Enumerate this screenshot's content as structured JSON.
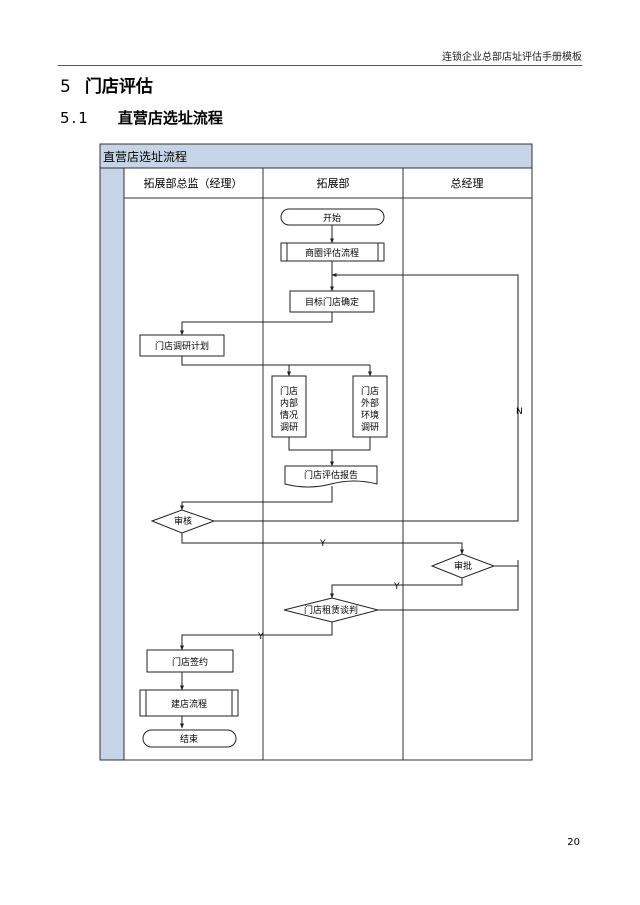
{
  "header": {
    "doc_title": "连锁企业总部店址评估手册模板"
  },
  "section": {
    "number": "5",
    "title": "门店评估"
  },
  "subsection": {
    "number": "5.1",
    "title": "直营店选址流程"
  },
  "flowchart": {
    "title": "直营店选址流程",
    "lanes": [
      "拓展部总监（经理）",
      "拓展部",
      "总经理"
    ],
    "nodes": {
      "start": "开始",
      "trade_area": "商圈评估流程",
      "target_store": "目标门店确定",
      "research_plan": "门店调研计划",
      "internal": [
        "门店",
        "内部",
        "情况",
        "调研"
      ],
      "external": [
        "门店",
        "外部",
        "环境",
        "调研"
      ],
      "report": "门店评估报告",
      "review": "审核",
      "approve": "审批",
      "negotiate": "门店租赁谈判",
      "sign": "门店签约",
      "build": "建店流程",
      "end": "结束"
    },
    "edge_labels": {
      "yes": "Y",
      "no": "N"
    }
  },
  "footer": {
    "page_number": "20"
  },
  "colors": {
    "title_bar": "#c7d3e6",
    "side_bar": "#c7d3e6",
    "line": "#222222"
  }
}
